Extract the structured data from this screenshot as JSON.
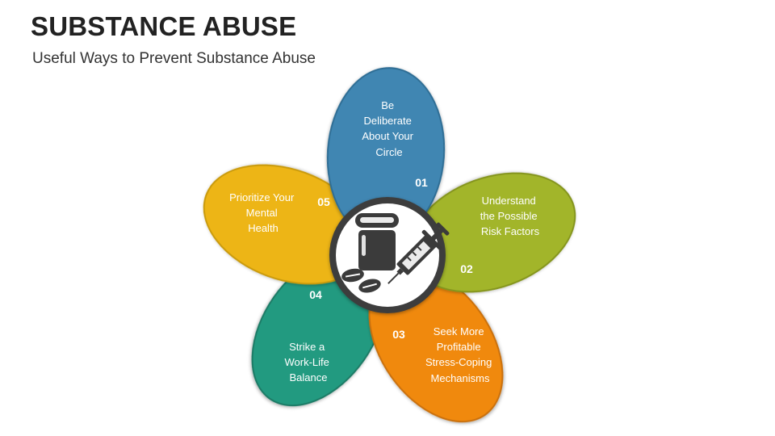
{
  "header": {
    "title": "SUBSTANCE ABUSE",
    "subtitle": "Useful Ways to Prevent Substance Abuse"
  },
  "center_icon": "pill-bottle-and-syringe-icon",
  "petals": [
    {
      "number": "01",
      "lines": [
        "Be",
        "Deliberate",
        "About Your",
        "Circle"
      ],
      "color": "#3f86b2"
    },
    {
      "number": "02",
      "lines": [
        "Understand",
        "the Possible",
        "Risk Factors"
      ],
      "color": "#a2b52a"
    },
    {
      "number": "03",
      "lines": [
        "Seek More",
        "Profitable",
        "Stress-Coping",
        "Mechanisms"
      ],
      "color": "#f0890d"
    },
    {
      "number": "04",
      "lines": [
        "Strike a",
        "Work-Life",
        "Balance"
      ],
      "color": "#239a80"
    },
    {
      "number": "05",
      "lines": [
        "Prioritize Your",
        "Mental",
        "Health"
      ],
      "color": "#edb515"
    }
  ]
}
